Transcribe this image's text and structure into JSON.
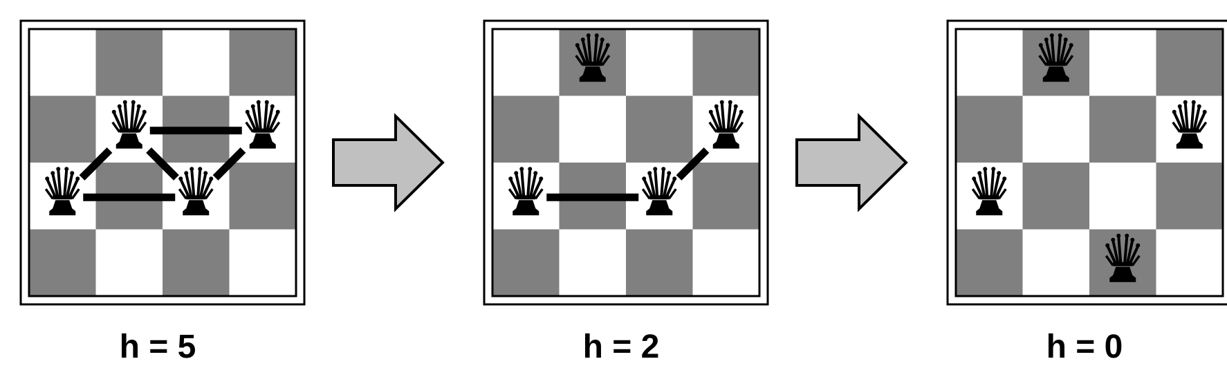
{
  "boards": [
    {
      "label": "h = 5",
      "queens": [
        [
          2,
          0
        ],
        [
          1,
          1
        ],
        [
          1,
          3
        ],
        [
          2,
          2
        ]
      ],
      "conflicts": [
        [
          0,
          1
        ],
        [
          1,
          2
        ],
        [
          0,
          3
        ],
        [
          1,
          3
        ],
        [
          2,
          3
        ]
      ]
    },
    {
      "label": "h = 2",
      "queens": [
        [
          2,
          0
        ],
        [
          0,
          1
        ],
        [
          1,
          3
        ],
        [
          2,
          2
        ]
      ],
      "conflicts": [
        [
          0,
          3
        ],
        [
          2,
          3
        ]
      ]
    },
    {
      "label": "h = 0",
      "queens": [
        [
          2,
          0
        ],
        [
          0,
          1
        ],
        [
          3,
          2
        ],
        [
          1,
          3
        ]
      ],
      "conflicts": []
    }
  ],
  "board_size": 4,
  "colors": {
    "dark_square": "#808080",
    "light_square": "#ffffff",
    "arrow_fill": "#c0c0c0",
    "ink": "#000000"
  },
  "arrow_count": 2,
  "piece_icon": "queen-icon"
}
